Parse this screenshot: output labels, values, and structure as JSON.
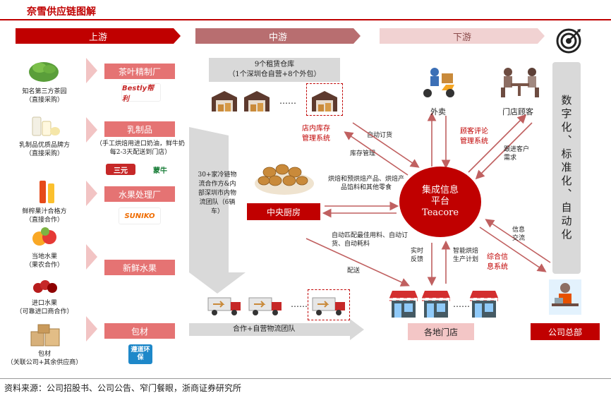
{
  "title": "奈雪供应链图解",
  "stages": {
    "up": "上游",
    "mid": "中游",
    "down": "下游"
  },
  "upstream": {
    "sources": [
      "知名第三方茶园\n（直接采购）",
      "乳制品优质品牌方\n（直接采购）",
      "鲜榨果汁合格方\n（直接合作）",
      "当地水果\n（果农合作）",
      "进口水果\n（可靠进口商合作）",
      "包材\n（关联公司+其余供应商）"
    ],
    "categories": [
      "茶叶精制厂",
      "乳制品",
      "水果处理厂",
      "新鲜水果",
      "包材"
    ],
    "dairy_note": "（手工烘焙用进口奶油，鲜牛奶每2-3天配送到门店）",
    "logos": [
      "Bestly帮利",
      "三元",
      "蒙牛",
      "SUNIKO",
      "遵道环保"
    ]
  },
  "midstream": {
    "warehouse_note": "9个租赁仓库\n（1个深圳仓自营+8个外包）",
    "ellipsis": "……",
    "inventory_system": "店内库存\n管理系统",
    "logistics_note": "30+家冷链物流合作方&内部深圳市内物流团队（6辆车）",
    "central_kitchen": "中央厨房",
    "kitchen_note": "烘焙和预烘焙产品、烘焙产品馅料和其他零食",
    "auto_order": "自动订货",
    "inventory_mgmt": "库存管理",
    "matching": "自动匹配最佳用料、自动订货、自动耗料",
    "delivery": "配送",
    "trucks_label": "合作+自营物流团队"
  },
  "platform": {
    "line1": "集成信息",
    "line2": "平台",
    "line3": "Teacore"
  },
  "downstream": {
    "takeaway": "外卖",
    "customer": "门店顾客",
    "review_system": "顾客评论\n管理系统",
    "tracking": "跟进客户需求",
    "realtime": "实时\n反馈",
    "smart_plan": "智能烘焙\n生产计划",
    "stores": "各地门店",
    "info_system": "综合信\n息系统",
    "info_exchange": "信息\n交流",
    "hq": "公司总部",
    "digital": "数字化、标准化、自动化"
  },
  "source": "资料来源：公司招股书、公司公告、窄门餐眼，浙商证券研究所"
}
